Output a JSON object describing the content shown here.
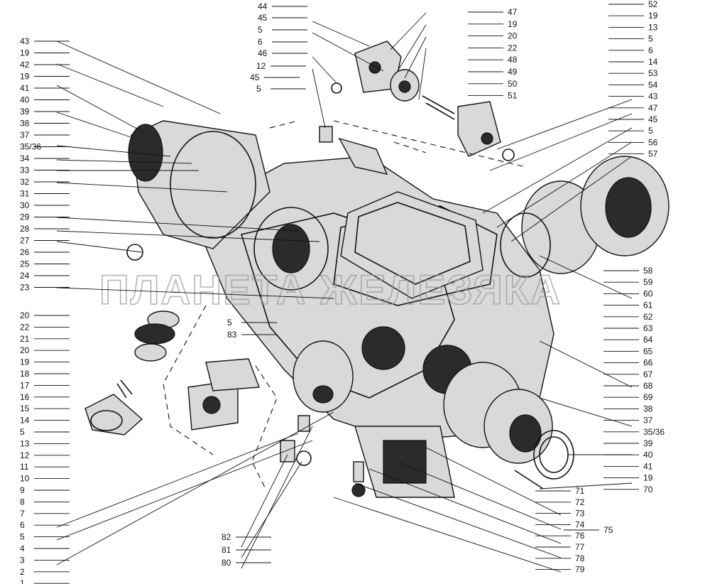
{
  "watermark": "ПЛАНЕТА ЖЕЛЕЗЯКА",
  "callouts_left": [
    "43",
    "19",
    "42",
    "19",
    "41",
    "40",
    "39",
    "38",
    "37",
    "35/36",
    "34",
    "33",
    "32",
    "31",
    "30",
    "29",
    "28",
    "27",
    "26",
    "25",
    "24",
    "23"
  ],
  "callouts_lower_left": [
    "20",
    "22",
    "21",
    "20",
    "19",
    "18",
    "17",
    "16",
    "15",
    "14",
    "5",
    "13",
    "12",
    "11",
    "10",
    "9",
    "8",
    "7",
    "6",
    "5",
    "4",
    "3",
    "2",
    "1"
  ],
  "callouts_top_left": [
    "44",
    "45",
    "5",
    "6",
    "46",
    "12",
    "45",
    "5"
  ],
  "callouts_top_center": [
    "47",
    "19",
    "20",
    "22",
    "48",
    "49",
    "50",
    "51"
  ],
  "callouts_top_right": [
    "52",
    "19",
    "13",
    "5",
    "6",
    "14",
    "53",
    "54",
    "43",
    "47",
    "45",
    "5",
    "56",
    "57"
  ],
  "callouts_right": [
    "58",
    "59",
    "60",
    "61",
    "62",
    "63",
    "64",
    "65",
    "66",
    "67",
    "68",
    "69",
    "38",
    "37",
    "35/36",
    "39",
    "40",
    "41",
    "19",
    "70"
  ],
  "callouts_middle": [
    "5",
    "83"
  ],
  "callouts_bottom_center": [
    "82",
    "81",
    "80"
  ],
  "callouts_bottom_right": [
    "71",
    "72",
    "73",
    "74",
    "75",
    "76",
    "77",
    "78",
    "79"
  ]
}
